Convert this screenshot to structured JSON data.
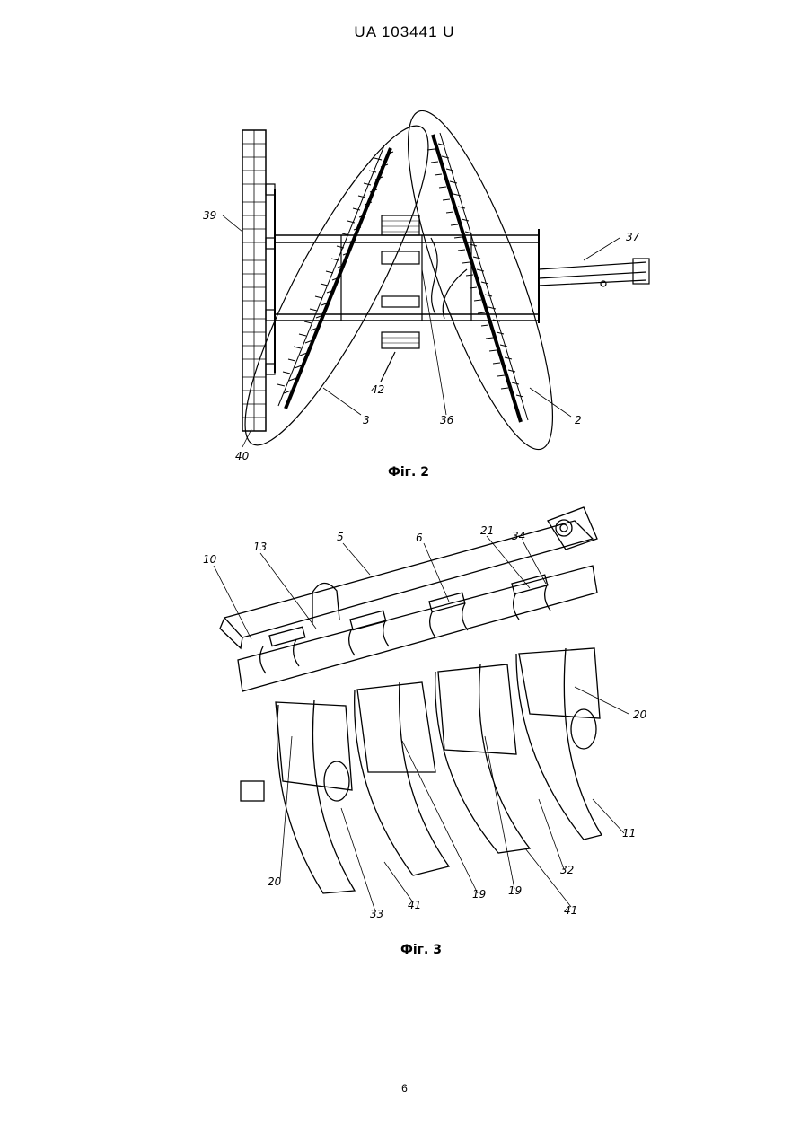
{
  "header": {
    "patent_number": "UA   103441   U"
  },
  "figure2": {
    "caption": "Фіг. 2",
    "labels": {
      "l39": "39",
      "l37": "37",
      "l42": "42",
      "l3": "3",
      "l36": "36",
      "l2": "2",
      "l40": "40"
    }
  },
  "figure3": {
    "caption": "Фіг. 3",
    "labels": {
      "l10": "10",
      "l13": "13",
      "l5": "5",
      "l6": "6",
      "l21": "21",
      "l34": "34",
      "l20a": "20",
      "l11": "11",
      "l32": "32",
      "l41a": "41",
      "l19a": "19",
      "l19b": "19",
      "l41b": "41",
      "l33": "33",
      "l20b": "20"
    }
  },
  "footer": {
    "page_number": "6"
  }
}
